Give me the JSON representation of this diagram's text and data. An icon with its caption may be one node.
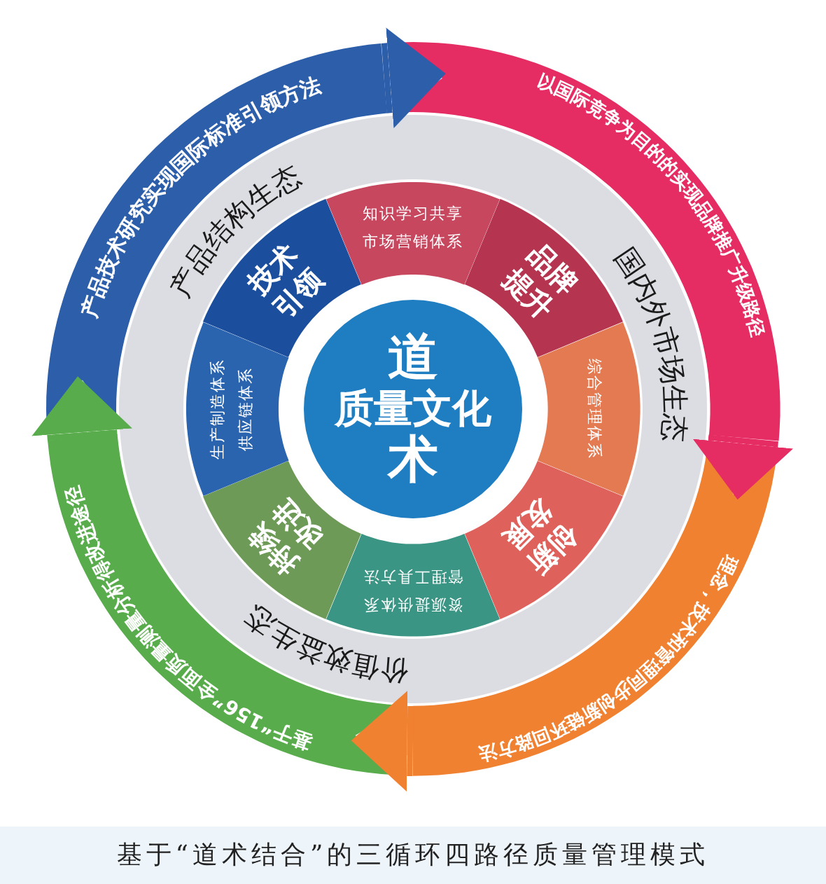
{
  "diagram": {
    "caption": "基于“道术结合”的三循环四路径质量管理模式",
    "nodes": [
      {
        "text": [
          "产品技术研究实现国际标准引领方法"
        ]
      },
      {
        "text": [
          "以国际竞争为目的的实现品牌推广升级路径"
        ]
      },
      {
        "text": [
          "理念，技术和管理同步创新链环回路方法"
        ]
      },
      {
        "text": [
          "基于“156”全面质量测量分析得改进途径"
        ]
      },
      {
        "text": [
          "产品结构生态",
          "国内外市场生态",
          "价值效益生态"
        ]
      },
      {
        "text": [
          "技术引领"
        ],
        "in": 4
      },
      {
        "text": [
          "知识学习共享",
          "市场营销体系"
        ],
        "in": 4
      },
      {
        "text": [
          "品牌提升"
        ],
        "in": 4
      },
      {
        "text": [
          "综合管理体系"
        ],
        "in": 4
      },
      {
        "text": [
          "创新发展"
        ],
        "in": 4
      },
      {
        "text": [
          "资源提供体系",
          "管理工具方法"
        ],
        "in": 4
      },
      {
        "text": [
          "持续改进"
        ],
        "in": 4
      },
      {
        "text": [
          "生产制造体系",
          "供应链体系"
        ],
        "in": 4
      },
      {
        "text": [
          "道",
          "质量文化",
          "术"
        ],
        "in": 4
      }
    ],
    "edges": [
      {
        "from": 0,
        "to": 1,
        "arrow": "to",
        "color": "#2c5eaa"
      },
      {
        "from": 1,
        "to": 2,
        "arrow": "to",
        "color": "#e52c63"
      },
      {
        "from": 2,
        "to": 3,
        "arrow": "to",
        "color": "#f08131"
      },
      {
        "from": 3,
        "to": 0,
        "arrow": "to",
        "color": "#58ac4c"
      }
    ]
  }
}
